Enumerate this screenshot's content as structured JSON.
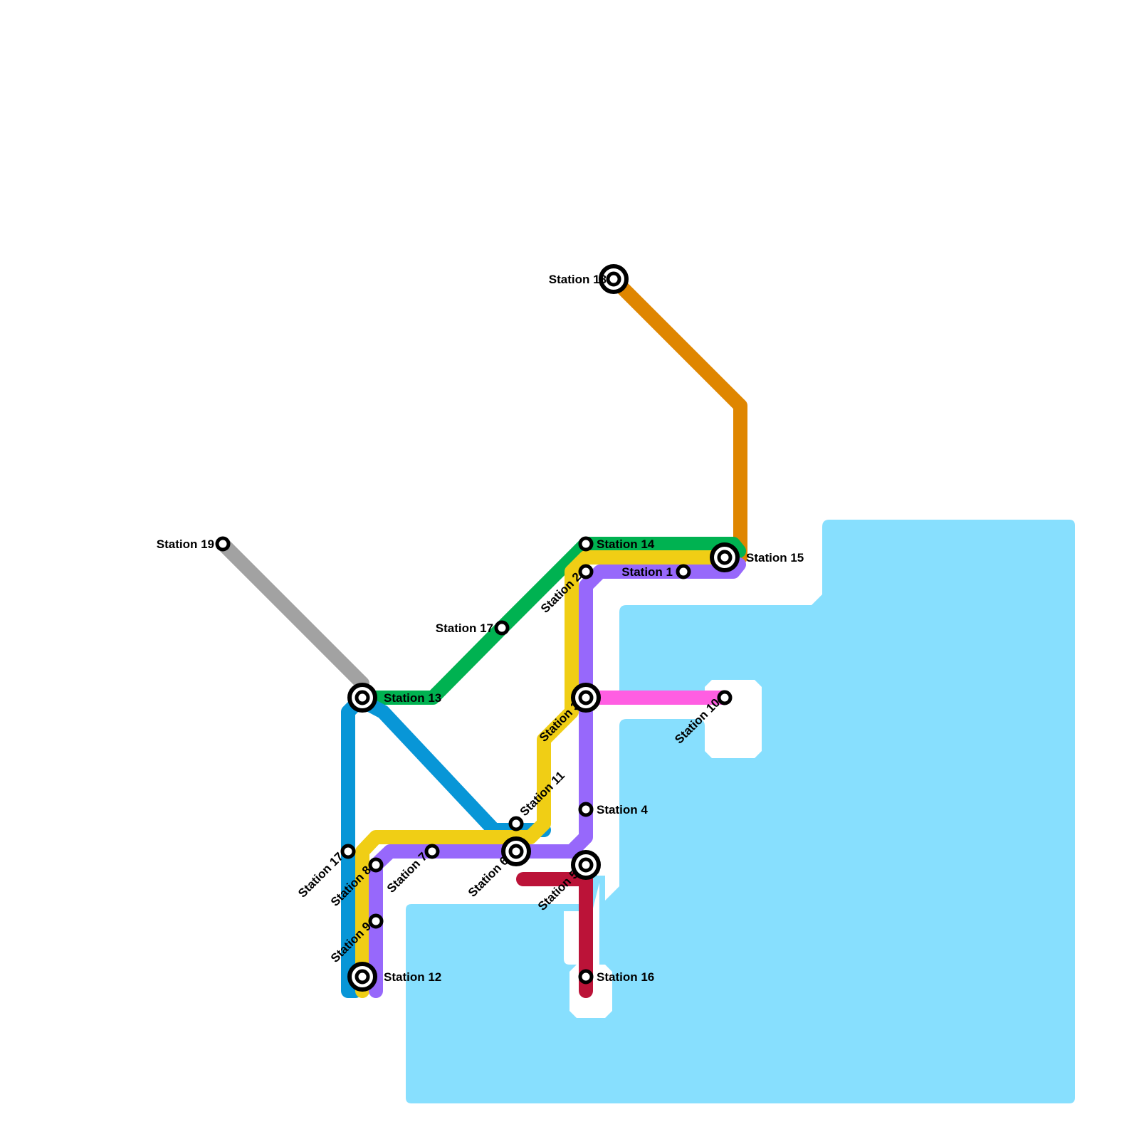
{
  "map": {
    "title": "Transit map",
    "colors": {
      "water": "#87DFFE",
      "background": "#FFFFFF",
      "station_stroke": "#000000"
    },
    "lines": [
      {
        "id": "orange",
        "color": "#DF8600",
        "stations": [
          "Station 18",
          "Station 15"
        ]
      },
      {
        "id": "green",
        "color": "#00B251",
        "stations": [
          "Station 15",
          "Station 14",
          "Station 17",
          "Station 13"
        ]
      },
      {
        "id": "grey",
        "color": "#A2A2A2",
        "stations": [
          "Station 19",
          "Station 13"
        ]
      },
      {
        "id": "yellow",
        "color": "#F0CE15",
        "stations": [
          "Station 15",
          "Station 2",
          "Station 3",
          "Station 11",
          "Station 6",
          "Station 12"
        ]
      },
      {
        "id": "purple",
        "color": "#9768FB",
        "stations": [
          "Station 15",
          "Station 1",
          "Station 2",
          "Station 3",
          "Station 4",
          "Station 5",
          "Station 6",
          "Station 7",
          "Station 8",
          "Station 9",
          "Station 12"
        ]
      },
      {
        "id": "blue",
        "color": "#0896D7",
        "stations": [
          "Station 13",
          "Station 17",
          "Station 12",
          "Station 11"
        ]
      },
      {
        "id": "magenta",
        "color": "#FF5EE2",
        "stations": [
          "Station 3",
          "Station 10"
        ]
      },
      {
        "id": "crimson",
        "color": "#BB1338",
        "stations": [
          "Station 6",
          "Station 5",
          "Station 16"
        ]
      }
    ],
    "stations": [
      {
        "key": "s18",
        "label": "Station 18",
        "interchange": true
      },
      {
        "key": "s15",
        "label": "Station 15",
        "interchange": true
      },
      {
        "key": "s14",
        "label": "Station 14",
        "interchange": false
      },
      {
        "key": "s1",
        "label": "Station 1",
        "interchange": false
      },
      {
        "key": "s2",
        "label": "Station 2",
        "interchange": false
      },
      {
        "key": "s17a",
        "label": "Station 17",
        "interchange": false
      },
      {
        "key": "s19",
        "label": "Station 19",
        "interchange": false
      },
      {
        "key": "s13",
        "label": "Station 13",
        "interchange": true
      },
      {
        "key": "s3",
        "label": "Station 3",
        "interchange": true
      },
      {
        "key": "s10",
        "label": "Station 10",
        "interchange": false
      },
      {
        "key": "s11",
        "label": "Station 11",
        "interchange": false
      },
      {
        "key": "s4",
        "label": "Station 4",
        "interchange": false
      },
      {
        "key": "s6",
        "label": "Station 6",
        "interchange": true
      },
      {
        "key": "s5",
        "label": "Station 5",
        "interchange": true
      },
      {
        "key": "s17b",
        "label": "Station 17",
        "interchange": false
      },
      {
        "key": "s7",
        "label": "Station 7",
        "interchange": false
      },
      {
        "key": "s8",
        "label": "Station 8",
        "interchange": false
      },
      {
        "key": "s9",
        "label": "Station 9",
        "interchange": false
      },
      {
        "key": "s12",
        "label": "Station 12",
        "interchange": true
      },
      {
        "key": "s16",
        "label": "Station 16",
        "interchange": false
      }
    ]
  }
}
